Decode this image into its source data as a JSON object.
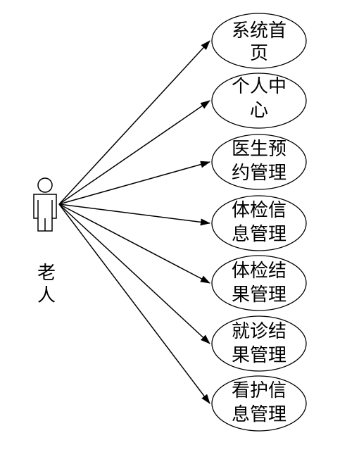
{
  "actor": {
    "name_line1": "老",
    "name_line2": "人"
  },
  "use_cases": [
    {
      "line1": "系统首",
      "line2": "页"
    },
    {
      "line1": "个人中",
      "line2": "心"
    },
    {
      "line1": "医生预",
      "line2": "约管理"
    },
    {
      "line1": "体检信",
      "line2": "息管理"
    },
    {
      "line1": "体检结",
      "line2": "果管理"
    },
    {
      "line1": "就诊结",
      "line2": "果管理"
    },
    {
      "line1": "看护信",
      "line2": "息管理"
    }
  ]
}
